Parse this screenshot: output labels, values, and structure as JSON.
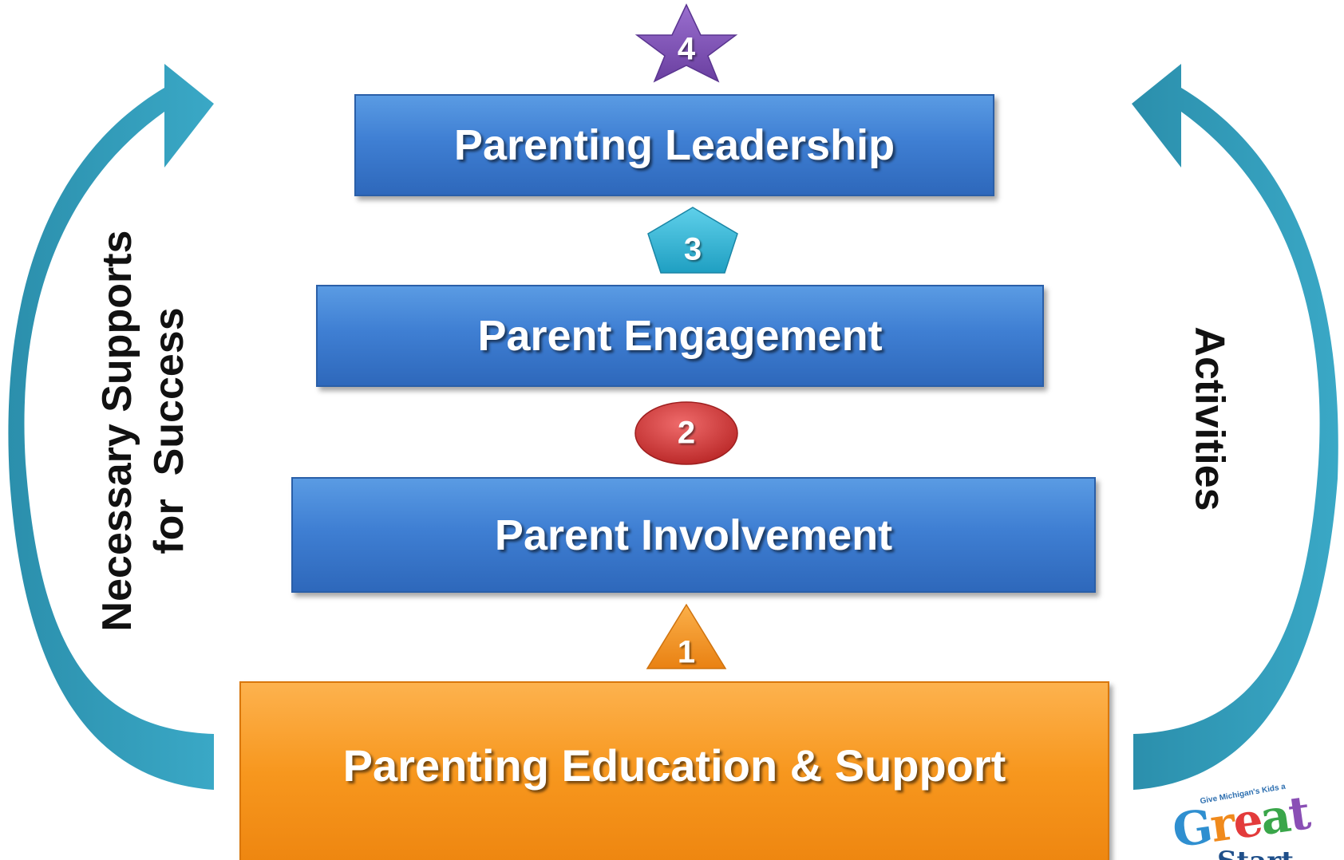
{
  "diagram": {
    "levels": [
      {
        "number": "1",
        "label": "Parenting Education & Support",
        "badge_shape": "triangle",
        "badge_color": "#f39c2b"
      },
      {
        "number": "2",
        "label": "Parent Involvement",
        "badge_shape": "ellipse",
        "badge_color": "#d63a3a"
      },
      {
        "number": "3",
        "label": "Parent Engagement",
        "badge_shape": "pentagon",
        "badge_color": "#31b7d8"
      },
      {
        "number": "4",
        "label": "Parenting Leadership",
        "badge_shape": "star",
        "badge_color": "#7b4fb0"
      }
    ],
    "left_arrow_label_line1": "Necessary Supports",
    "left_arrow_label_line2": "for  Success",
    "right_arrow_label": "Activities",
    "arrow_color": "#2f9bb8",
    "box_color": "#3f7fd3",
    "base_box_color": "#f7971e"
  },
  "logo": {
    "tagline": "Give Michigan's Kids a",
    "word1_letters": [
      "G",
      "r",
      "e",
      "a",
      "t"
    ],
    "word2": "Start"
  }
}
